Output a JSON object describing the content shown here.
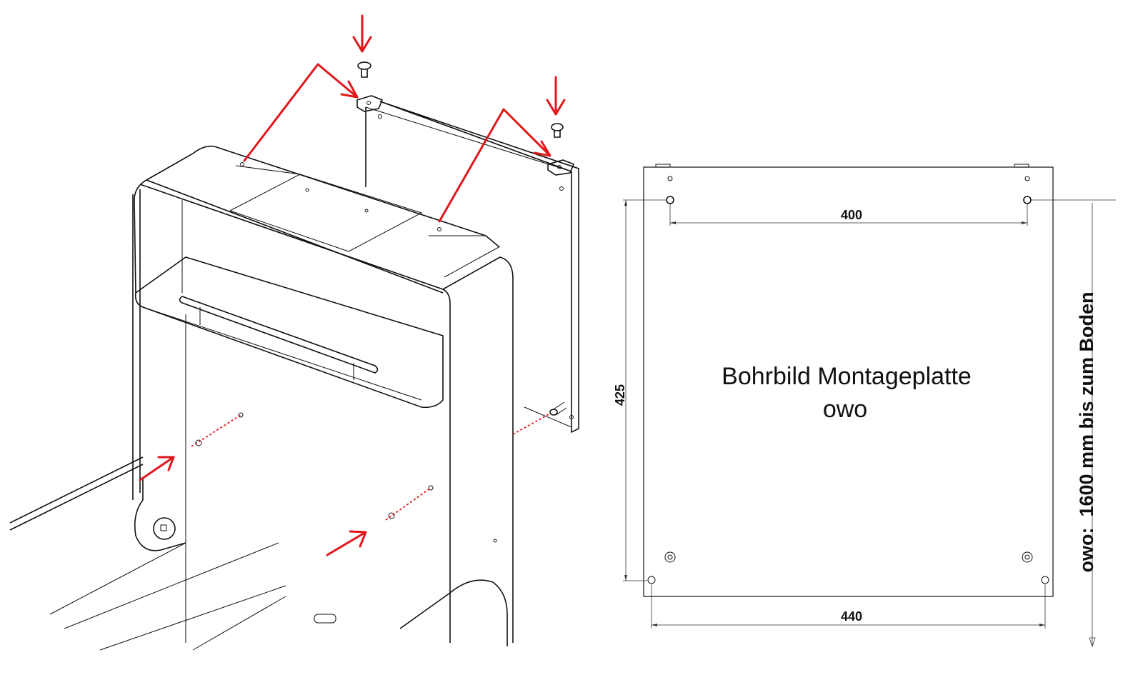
{
  "drawing": {
    "title": "Bohrbild Montageplatte",
    "subtitle": "owo",
    "dimensions": {
      "hole_spacing_top": "400",
      "vertical_spacing": "425",
      "hole_spacing_bottom": "440"
    },
    "floor_height_note": "owo:  1600 mm bis zum Boden"
  },
  "colors": {
    "arrow": "#e3161b",
    "line": "#111111"
  }
}
